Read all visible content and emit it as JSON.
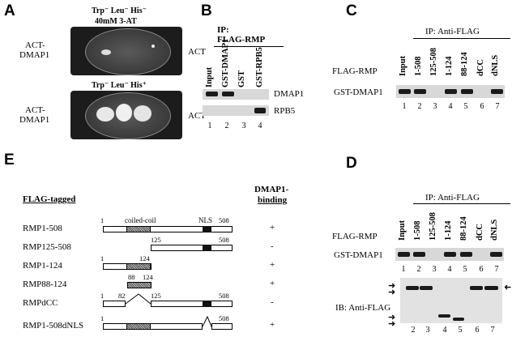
{
  "panel_a": {
    "letter": "A",
    "plate1_title_l1": "Trp⁻ Leu⁻ His⁻",
    "plate1_title_l2": "40mM 3-AT",
    "plate2_title": "Trp⁻ Leu⁻ His⁺",
    "left_label_l1": "ACT-",
    "left_label_l2": "DMAP1",
    "right_label": "ACT"
  },
  "panel_b": {
    "letter": "B",
    "ip_l1": "IP:",
    "ip_l2": "FLAG-RMP",
    "lanes": [
      "Input",
      "GST-DMAP1",
      "GST",
      "GST-RPB5"
    ],
    "lane_numbers": [
      "1",
      "2",
      "3",
      "4"
    ],
    "row1": "DMAP1",
    "row2": "RPB5"
  },
  "panel_c": {
    "letter": "C",
    "ip": "IP: Anti-FLAG",
    "flag_rmp": "FLAG-RMP",
    "row": "GST-DMAP1",
    "lanes": [
      "Input",
      "1-508",
      "125-508",
      "1-124",
      "88-124",
      "dCC",
      "dNLS"
    ],
    "lane_numbers": [
      "1",
      "2",
      "3",
      "4",
      "5",
      "6",
      "7"
    ]
  },
  "panel_d": {
    "letter": "D",
    "ip": "IP: Anti-FLAG",
    "flag_rmp": "FLAG-RMP",
    "row": "GST-DMAP1",
    "lanes": [
      "Input",
      "1-508",
      "125-508",
      "1-124",
      "88-124",
      "dCC",
      "dNLS"
    ],
    "lane_numbers_top": [
      "1",
      "2",
      "3",
      "4",
      "5",
      "6",
      "7"
    ],
    "ib": "IB: Anti-FLAG",
    "lane_numbers_bottom": [
      "2",
      "3",
      "4",
      "5",
      "6",
      "7"
    ]
  },
  "panel_e": {
    "letter": "E",
    "header_left": "FLAG-tagged",
    "header_right_l1": "DMAP1-",
    "header_right_l2": "binding",
    "coiled_coil": "coiled-coil",
    "nls": "NLS",
    "constructs": [
      {
        "name": "RMP1-508",
        "binding": "+"
      },
      {
        "name": "RMP125-508",
        "binding": "-"
      },
      {
        "name": "RMP1-124",
        "binding": "+"
      },
      {
        "name": "RMP88-124",
        "binding": "+"
      },
      {
        "name": "RMPdCC",
        "binding": "-"
      },
      {
        "name": "RMP1-508dNLS",
        "binding": "+"
      }
    ],
    "numbers": {
      "n1": "1",
      "n508": "508",
      "n125": "125",
      "n124": "124",
      "n88": "88",
      "n82": "82"
    }
  }
}
